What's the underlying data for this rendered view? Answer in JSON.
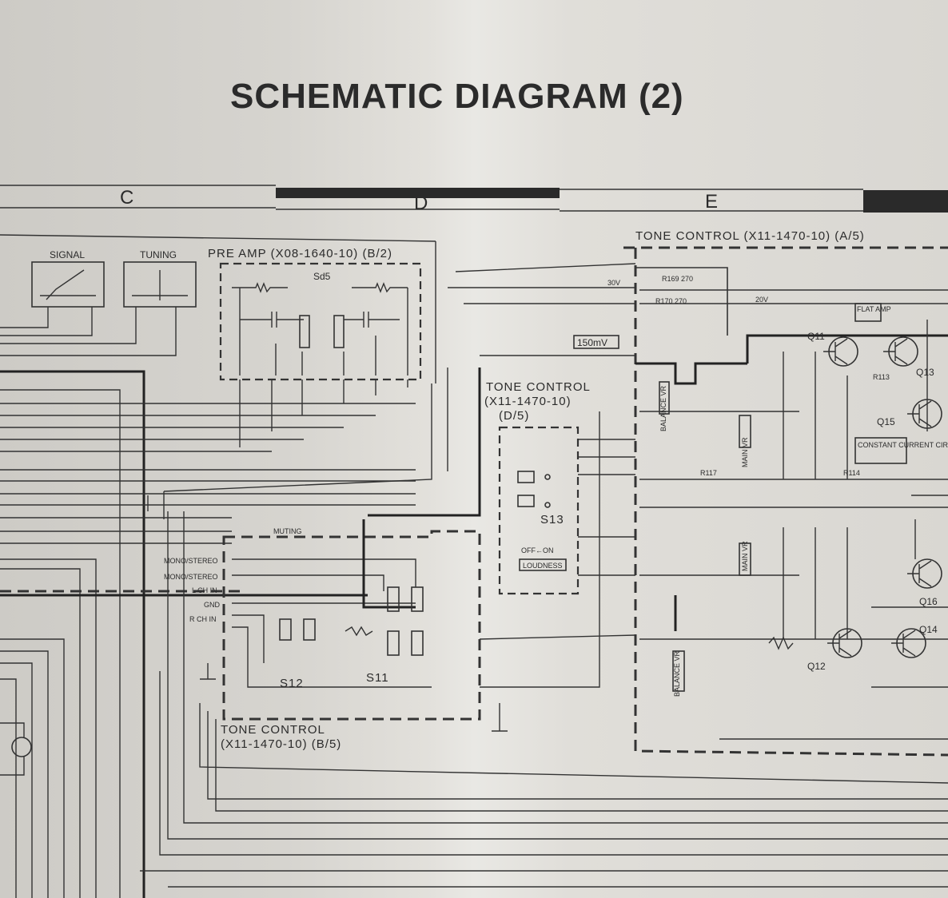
{
  "title": "SCHEMATIC DIAGRAM (2)",
  "column_bands": [
    "C",
    "D",
    "E"
  ],
  "meters": [
    "SIGNAL",
    "TUNING"
  ],
  "blocks": {
    "pre_amp": "PRE AMP (X08-1640-10) (B/2)",
    "pre_amp_switch": "Sd5",
    "tone_top": "TONE CONTROL (X11-1470-10) (A/5)",
    "tone_mid_1": "TONE CONTROL",
    "tone_mid_2": "(X11-1470-10)",
    "tone_mid_3": "(D/5)",
    "tone_bottom_1": "TONE CONTROL",
    "tone_bottom_2": "(X11-1470-10) (B/5)"
  },
  "switches": {
    "s11": "S11",
    "s12": "S12",
    "s13": "S13"
  },
  "level_tag": "150mV",
  "loudness": "LOUDNESS",
  "off_on": "OFF←ON",
  "transistors": [
    "Q11",
    "Q13",
    "Q15",
    "Q12",
    "Q14",
    "Q16"
  ],
  "tags": {
    "balance_vr": "BALANCE VR",
    "main_vr": "MAIN VR",
    "flat_amp": "FLAT AMP",
    "constant_current": "CONSTANT CURRENT CIRCUIT",
    "muting": "MUTING",
    "mono_stereo": "MONO/STEREO",
    "l_ch_in": "L CH IN",
    "r_ch_in": "R CH IN",
    "gnd": "GND",
    "v20": "20V",
    "v30": "30V"
  },
  "resistors": {
    "r169": "R169 270",
    "r170": "R170 270",
    "r113": "R113",
    "r114": "R114",
    "r117": "R117"
  }
}
